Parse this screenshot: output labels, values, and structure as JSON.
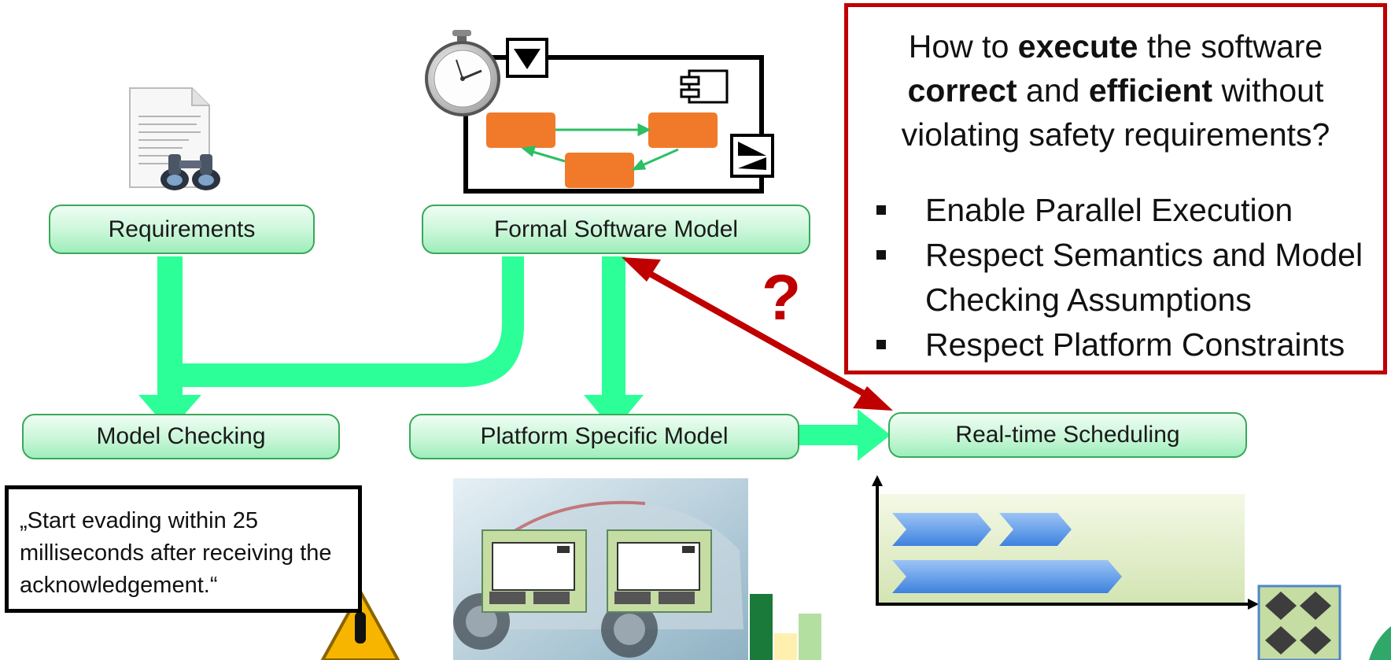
{
  "nodes": {
    "requirements": "Requirements",
    "formal_model": "Formal Software Model",
    "model_checking": "Model Checking",
    "platform_model": "Platform Specific Model",
    "scheduling": "Real-time Scheduling"
  },
  "question_mark": "?",
  "callout": {
    "question_p1": "How to ",
    "question_b1": "execute",
    "question_p2": " the software ",
    "question_b2": "correct",
    "question_p3": " and ",
    "question_b3": "efficient",
    "question_p4": " without violating safety requirements?",
    "bullets": [
      "Enable Parallel Execution",
      "Respect Semantics and Model Checking Assumptions",
      "Respect Platform Constraints"
    ]
  },
  "quote_text": "„Start evading within 25 milliseconds after receiving the acknowledgement.“",
  "colors": {
    "node_fill": "#c9f6d8",
    "node_border": "#3aa85a",
    "flow_arrow": "#2cff98",
    "highlight_red": "#c00000",
    "model_block": "#f07a2a",
    "schedule_bar": "#5b9be8"
  }
}
